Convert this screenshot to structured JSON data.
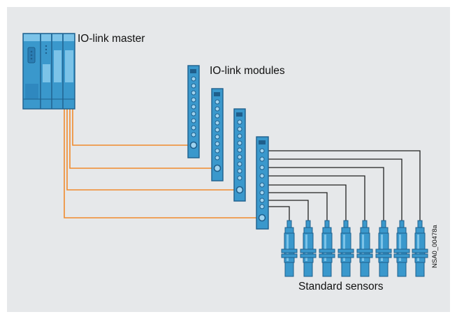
{
  "labels": {
    "master": "IO-link master",
    "modules": "IO-link modules",
    "sensors": "Standard sensors",
    "drawing_code": "NSA0_00478a"
  },
  "colors": {
    "background": "#e6e8ea",
    "device_blue": "#3a98cc",
    "device_dark": "#1f5f8c",
    "io_link_cable": "#f08a2c",
    "sensor_cable": "#222222"
  },
  "diagram": {
    "io_link_modules": 4,
    "standard_sensors": 8,
    "connections": [
      {
        "from": "IO-link master",
        "to": "IO-link module 1",
        "cable": "io-link"
      },
      {
        "from": "IO-link master",
        "to": "IO-link module 2",
        "cable": "io-link"
      },
      {
        "from": "IO-link master",
        "to": "IO-link module 3",
        "cable": "io-link"
      },
      {
        "from": "IO-link master",
        "to": "IO-link module 4",
        "cable": "io-link"
      },
      {
        "from": "IO-link module 4",
        "to": "Standard sensors",
        "cable": "sensor",
        "count": 8
      }
    ]
  }
}
